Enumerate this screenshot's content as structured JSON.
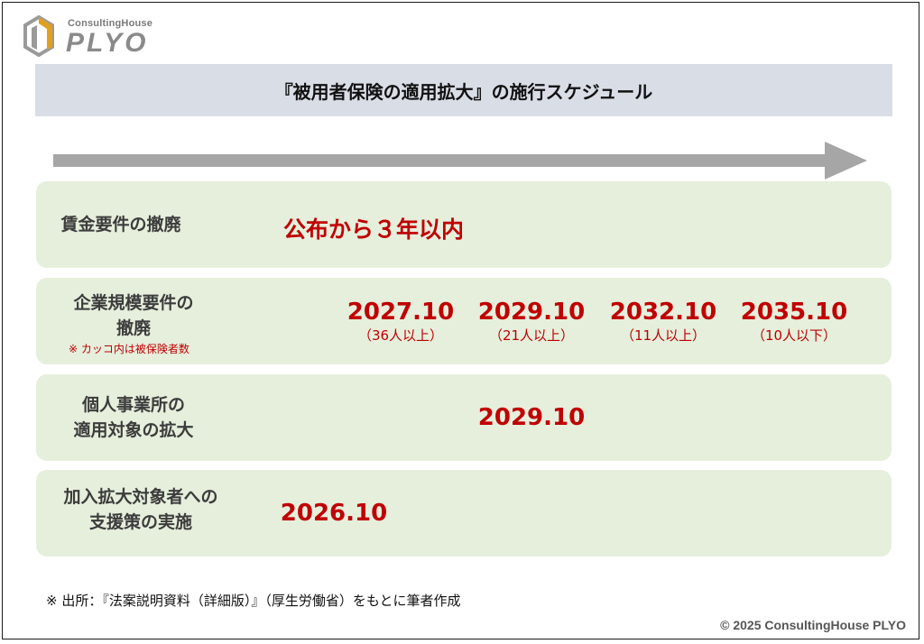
{
  "logo": {
    "small_text": "ConsultingHouse",
    "big_text": "PLYO"
  },
  "title": "『被用者保険の適用拡大』の施行スケジュール",
  "colors": {
    "accent_red": "#c00000",
    "row_bg": "#e5efdc",
    "title_bg": "#d9dde6",
    "arrow": "#a6a6a6"
  },
  "rows": [
    {
      "label": "賃金要件の撤廃",
      "value": "公布から３年以内"
    },
    {
      "label_line1": "企業規模要件の",
      "label_line2": "撤廃",
      "note": "※ カッコ内は被保険者数",
      "dates": [
        {
          "date": "2027.10",
          "sub": "（36人以上）"
        },
        {
          "date": "2029.10",
          "sub": "（21人以上）"
        },
        {
          "date": "2032.10",
          "sub": "（11人以上）"
        },
        {
          "date": "2035.10",
          "sub": "（10人以下）"
        }
      ]
    },
    {
      "label_line1": "個人事業所の",
      "label_line2": "適用対象の拡大",
      "value": "2029.10"
    },
    {
      "label_line1": "加入拡大対象者への",
      "label_line2": "支援策の実施",
      "value": "2026.10"
    }
  ],
  "source": "※ 出所：『法案説明資料（詳細版）』（厚生労働省）をもとに筆者作成",
  "copyright": "© 2025 ConsultingHouse PLYO"
}
